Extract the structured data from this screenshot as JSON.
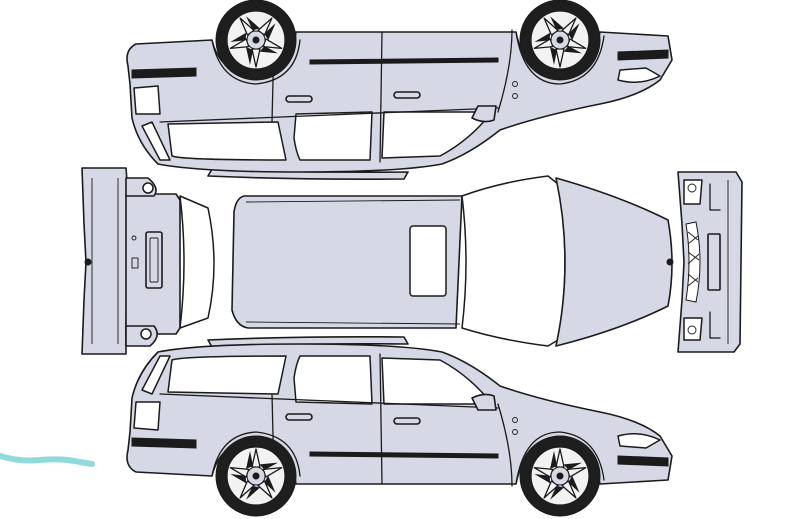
{
  "diagram": {
    "subject": "station-wagon-damage-inspection-template",
    "views": [
      "left-side-inverted",
      "rear",
      "roof-top",
      "front",
      "right-side"
    ],
    "colors": {
      "body": "#d6d8e6",
      "outline": "#1b1b1b",
      "glass": "#ffffff",
      "trim": "#1b1b1b",
      "annotation": "#7ed3d6"
    }
  }
}
